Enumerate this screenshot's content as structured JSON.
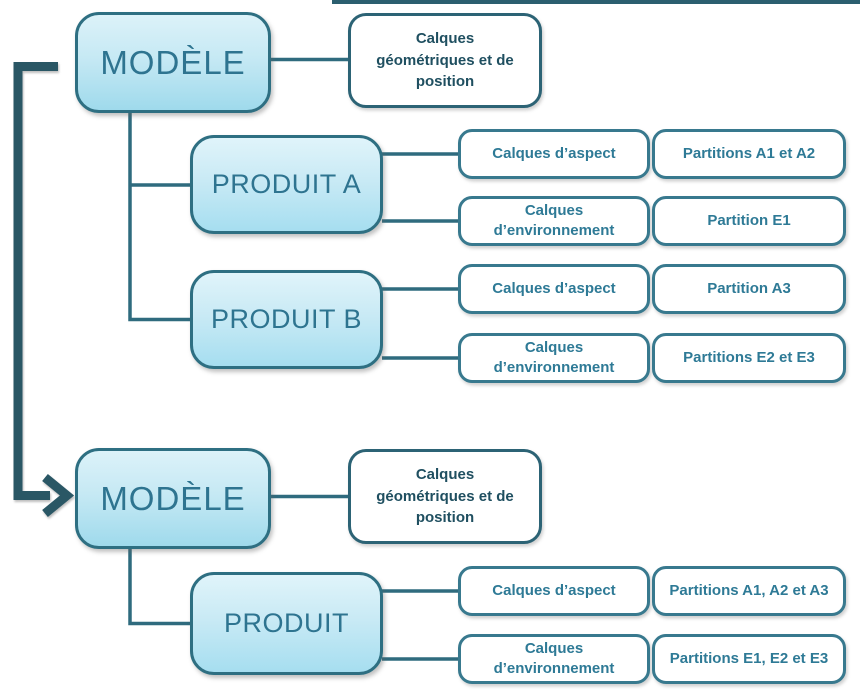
{
  "diagram": {
    "colors": {
      "accent_teal_text": "#2E7A96",
      "box_border": "#38798E",
      "model_border": "#2E6F82",
      "geo_text": "#1F4F60",
      "big_label_text": "#2E7490",
      "connector": "#2F6B7E",
      "arrow": "#2A5765",
      "model_fill_top": "#DCF2F9",
      "model_fill_bottom": "#9FDAEC"
    },
    "top": {
      "modele": {
        "label": "MODÈLE"
      },
      "calques_geo": {
        "label": "Calques géométriques et de position"
      },
      "produits": [
        {
          "label": "PRODUIT A",
          "rows": [
            {
              "calques": "Calques d’aspect",
              "partition": "Partitions A1 et A2"
            },
            {
              "calques": "Calques d’environnement",
              "partition": "Partition E1"
            }
          ]
        },
        {
          "label": "PRODUIT B",
          "rows": [
            {
              "calques": "Calques d’aspect",
              "partition": "Partition A3"
            },
            {
              "calques": "Calques d’environnement",
              "partition": "Partitions E2 et E3"
            }
          ]
        }
      ]
    },
    "bottom": {
      "modele": {
        "label": "MODÈLE"
      },
      "calques_geo": {
        "label": "Calques géométriques et de position"
      },
      "produits": [
        {
          "label": "PRODUIT",
          "rows": [
            {
              "calques": "Calques d’aspect",
              "partition": "Partitions A1, A2 et A3"
            },
            {
              "calques": "Calques d’environnement",
              "partition": "Partitions E1, E2 et E3"
            }
          ]
        }
      ]
    }
  }
}
